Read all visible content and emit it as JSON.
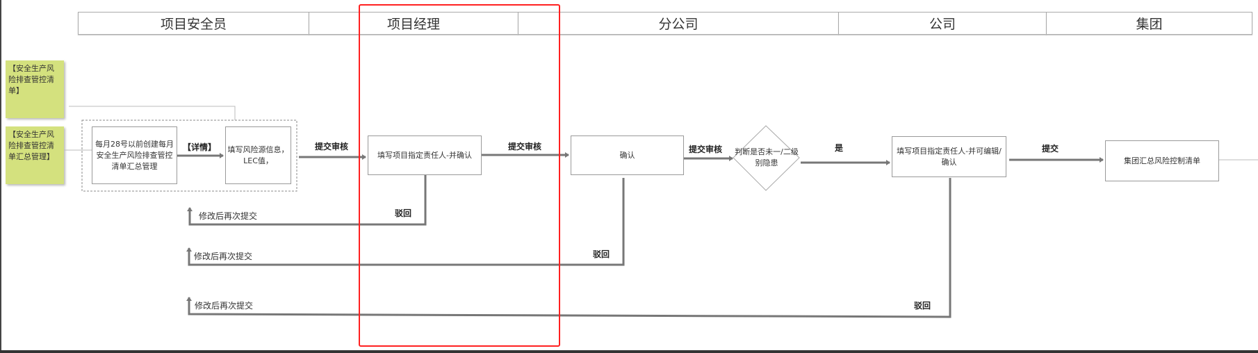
{
  "lanes": [
    "项目安全员",
    "项目经理",
    "分公司",
    "公司",
    "集团"
  ],
  "notes": [
    "【安全生产风险排查管控清单】",
    "【安全生产风险排查管控清单汇总管理】"
  ],
  "boxes": {
    "create": "每月28号以前创建每月安全生产风险排查管控清单汇总管理",
    "fill_info": "填写风险源信息，LEC值，",
    "pm_assign": "填写项目指定责任人-并确认",
    "branch_confirm": "确认",
    "decision": "判断是否未一/二级别隐患",
    "company_assign": "填写项目指定责任人-并可编辑/确认",
    "group_summary": "集团汇总风险控制清单"
  },
  "edge_labels": {
    "detail": "【详情】",
    "submit_review_1": "提交审核",
    "submit_review_2": "提交审核",
    "submit_review_3": "提交审核",
    "yes": "是",
    "submit": "提交",
    "reject_1": "驳回",
    "reject_2": "驳回",
    "reject_3": "驳回",
    "resubmit_1": "修改后再次提交",
    "resubmit_2": "修改后再次提交",
    "resubmit_3": "修改后再次提交"
  },
  "colors": {
    "note": "#d4e17e",
    "highlight": "#ff2020",
    "arrow": "#777777"
  }
}
